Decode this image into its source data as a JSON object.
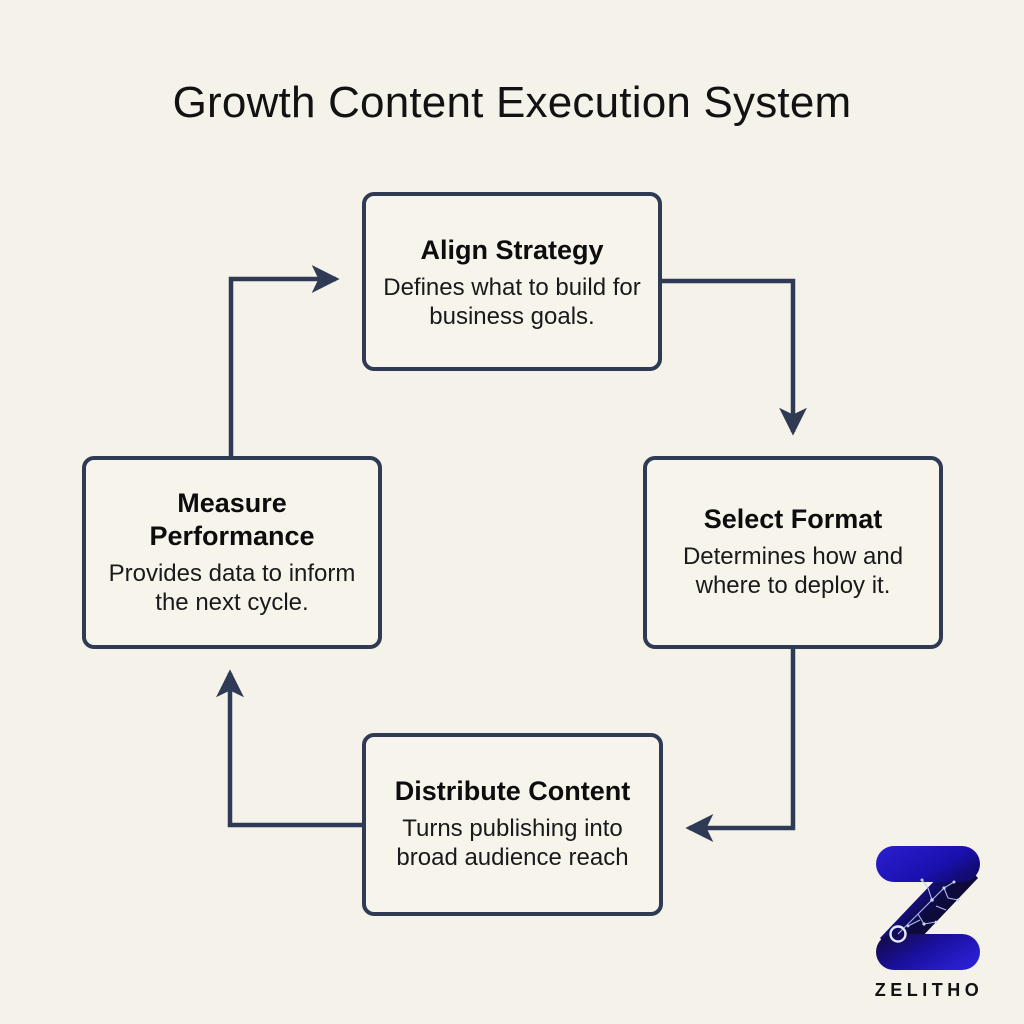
{
  "diagram": {
    "title": "Growth Content Execution System",
    "type": "cycle-flowchart",
    "background_color": "#f5f2ea",
    "node_border_color": "#2f3a54",
    "node_fill_color": "#f7f4ec",
    "connector_color": "#2f3a54",
    "nodes": [
      {
        "id": "align-strategy",
        "title": "Align Strategy",
        "description": "Defines what to build for business goals.",
        "position": "top"
      },
      {
        "id": "select-format",
        "title": "Select Format",
        "description": "Determines how and where to deploy it.",
        "position": "right"
      },
      {
        "id": "distribute-content",
        "title": "Distribute Content",
        "description": "Turns publishing into broad audience reach",
        "position": "bottom"
      },
      {
        "id": "measure-performance",
        "title": "Measure Performance",
        "title_line1": "Measure",
        "title_line2": "Performance",
        "description": "Provides data to inform the next cycle.",
        "position": "left"
      }
    ],
    "connections": [
      {
        "from": "align-strategy",
        "to": "select-format",
        "direction": "right-then-down"
      },
      {
        "from": "select-format",
        "to": "distribute-content",
        "direction": "down-then-left"
      },
      {
        "from": "distribute-content",
        "to": "measure-performance",
        "direction": "left-then-up"
      },
      {
        "from": "measure-performance",
        "to": "align-strategy",
        "direction": "up-then-right"
      }
    ]
  },
  "logo": {
    "wordmark": "ZELITHO",
    "mark_letter": "Z",
    "primary_color": "#2015b8",
    "dark_color": "#0a0a16",
    "accent_color": "#3b2ff0"
  }
}
